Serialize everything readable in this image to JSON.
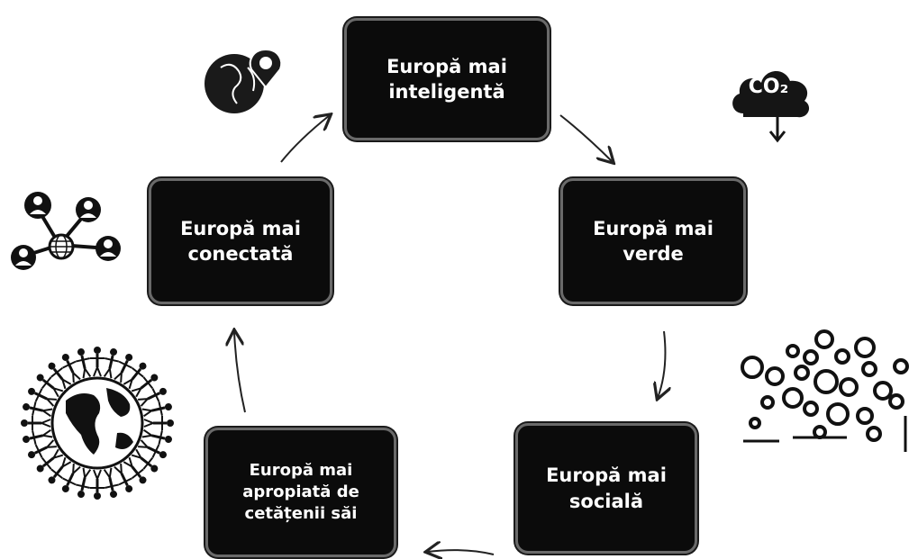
{
  "nodes": {
    "smart": "Europă mai\ninteligentă",
    "green": "Europă mai\nverde",
    "social": "Europă mai\nsocială",
    "citizens": "Europă mai\napropiată de\ncetățenii săi",
    "connected": "Europă mai\nconectată"
  },
  "icons": {
    "location": "globe-location-pin-icon",
    "co2": "co2-cloud-icon",
    "network": "people-network-icon",
    "crowd": "crowd-people-icon",
    "world": "people-around-globe-icon"
  },
  "co2_label": "CO₂",
  "colors": {
    "box": "#0b0b0b",
    "border": "#6a6a6a",
    "text": "#ffffff",
    "arrow": "#222222"
  }
}
